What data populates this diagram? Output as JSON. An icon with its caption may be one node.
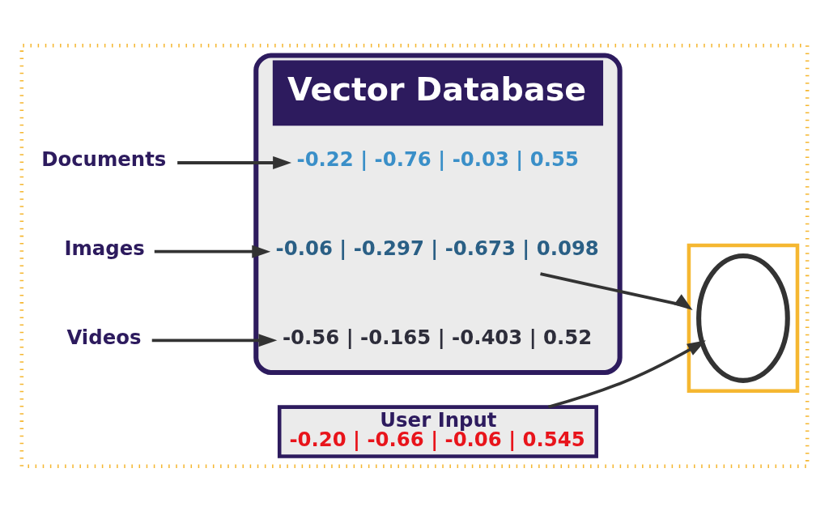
{
  "diagram": {
    "nodes": [
      {
        "text": [],
        "shape": "box"
      },
      {
        "text": [
          "Documents"
        ],
        "in": 0
      },
      {
        "text": [
          "Images"
        ],
        "in": 0
      },
      {
        "text": [
          "Videos"
        ],
        "in": 0
      },
      {
        "text": [
          "Vector Database"
        ],
        "in": 0
      },
      {
        "text": [
          "-0.22 | -0.76 | -0.03 | 0.55"
        ],
        "in": 4
      },
      {
        "text": [
          "-0.06 | -0.297 | -0.673 | 0.098"
        ],
        "in": 4
      },
      {
        "text": [
          "-0.56 | -0.165 | -0.403 | 0.52"
        ],
        "in": 4
      },
      {
        "text": [
          "User Input",
          "-0.20 | -0.66 | -0.06 | 0.545"
        ],
        "in": 0
      },
      {
        "text": [],
        "shape": "picture",
        "in": 0
      },
      {
        "text": [],
        "shape": "ellipse",
        "in": 9
      }
    ],
    "edges": [
      {
        "from": 1,
        "to": 5,
        "arrow": "to"
      },
      {
        "from": 2,
        "to": 6,
        "arrow": "to"
      },
      {
        "from": 3,
        "to": 7,
        "arrow": "to"
      },
      {
        "from": 6,
        "to": 9,
        "arrow": "to"
      },
      {
        "from": 8,
        "to": 10,
        "arrow": "to"
      }
    ]
  }
}
